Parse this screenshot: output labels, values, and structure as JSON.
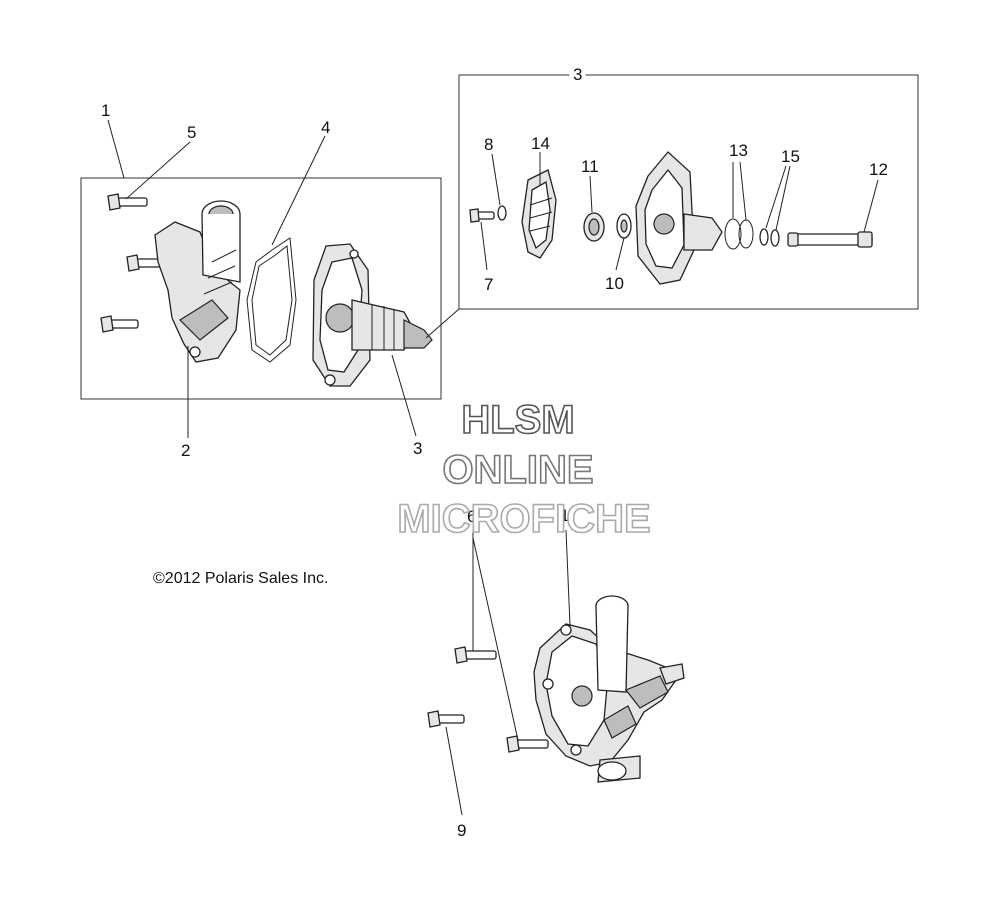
{
  "callouts": {
    "c1_top": "1",
    "c5": "5",
    "c4": "4",
    "c3_box": "3",
    "c8": "8",
    "c14": "14",
    "c11": "11",
    "c13": "13",
    "c15": "15",
    "c12": "12",
    "c7": "7",
    "c10": "10",
    "c2": "2",
    "c3_shaft": "3",
    "c6": "6",
    "c1_bottom": "1",
    "c9": "9"
  },
  "copyright": "©2012 Polaris Sales Inc.",
  "watermark": {
    "line1": "HLSM",
    "line2": "ONLINE",
    "line3": "MICROFICHE"
  }
}
